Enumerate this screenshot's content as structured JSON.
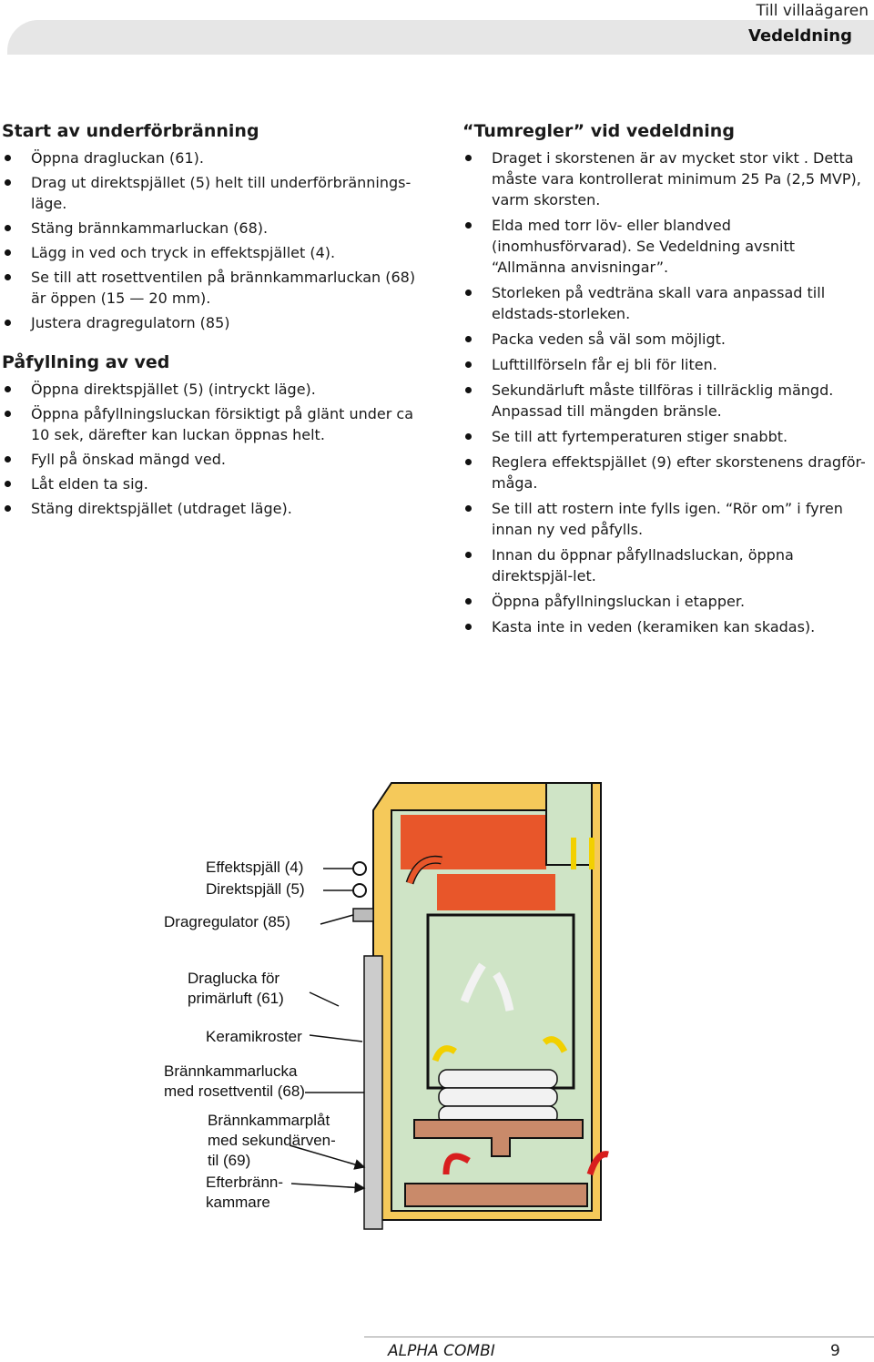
{
  "header": {
    "section": "Till villaägaren",
    "title": "Vedeldning"
  },
  "left": {
    "heading1": "Start av underförbränning",
    "list1": [
      "Öppna dragluckan (61).",
      "Drag ut direktspjället (5) helt till underförbrännings-läge.",
      "Stäng brännkammarluckan (68).",
      "Lägg in ved och tryck in effektspjället (4).",
      "Se till att rosettventilen på brännkammarluckan (68) är öppen (15 — 20 mm).",
      "Justera dragregulatorn (85)"
    ],
    "heading2": "Påfyllning av ved",
    "list2": [
      "Öppna direktspjället (5) (intryckt läge).",
      "Öppna påfyllningsluckan försiktigt på glänt under ca 10 sek, därefter kan luckan öppnas helt.",
      "Fyll på önskad mängd ved.",
      "Låt elden ta sig.",
      "Stäng direktspjället (utdraget läge)."
    ]
  },
  "right": {
    "heading": "“Tumregler” vid vedeldning",
    "list": [
      "Draget i skorstenen är av mycket stor vikt . Detta måste vara kontrollerat minimum 25 Pa (2,5 MVP), varm skorsten.",
      "Elda med torr löv- eller blandved (inomhusförvarad). Se Vedeldning avsnitt “Allmänna anvisningar”.",
      "Storleken på vedträna skall vara anpassad till eldstads-storleken.",
      "Packa veden så väl som möjligt.",
      "Lufttillförseln får ej bli för liten.",
      "Sekundärluft måste tillföras i tillräcklig mängd. Anpassad till mängden bränsle.",
      "Se till att fyrtemperaturen stiger snabbt.",
      "Reglera effektspjället (9) efter skorstenens dragför-måga.",
      "Se till att rostern inte fylls igen. “Rör om” i fyren innan ny ved påfylls.",
      "Innan du öppnar påfyllnadsluckan, öppna direktspjäl-let.",
      "Öppna påfyllningsluckan i etapper.",
      "Kasta inte in veden (keramiken kan skadas)."
    ]
  },
  "diagram": {
    "labels": {
      "effektspjall": "Effektspjäll (4)",
      "direktspjall": "Direktspjäll (5)",
      "dragregulator": "Dragregulator (85)",
      "draglucka_1": "Draglucka för",
      "draglucka_2": "primärluft (61)",
      "keramikroster": "Keramikroster",
      "brannkammarlucka_1": "Brännkammarlucka",
      "brannkammarlucka_2": "med rosettventil (68)",
      "brannkammarplat_1": "Brännkammarplåt",
      "brannkammarplat_2": "med sekundärven-",
      "brannkammarplat_3": "til (69)",
      "efterbrann_1": "Efterbränn-",
      "efterbrann_2": "kammare"
    },
    "colors": {
      "insulation": "#f5c95a",
      "chamber": "#cfe4c6",
      "hot": "#e8562a",
      "brick": "#c98a6a",
      "arrow_yellow": "#f2d000",
      "arrow_red": "#d81e1e",
      "door": "#cccccc"
    }
  },
  "footer": {
    "product": "ALPHA COMBI",
    "page": "9"
  }
}
